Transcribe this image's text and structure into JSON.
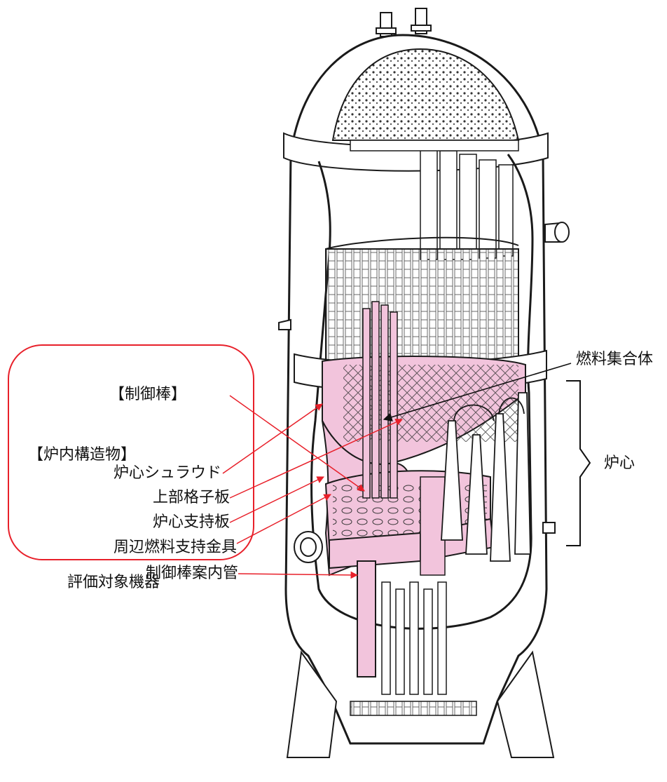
{
  "labels": {
    "control_rod": "【制御棒】",
    "internals": "【炉内構造物】",
    "core_shroud": "炉心シュラウド",
    "upper_grid": "上部格子板",
    "core_support_plate": "炉心支持板",
    "peripheral_fuel_support": "周辺燃料支持金具",
    "control_rod_guide_tube": "制御棒案内管",
    "evaluation_targets": "評価対象機器",
    "fuel_assembly": "燃料集合体",
    "core": "炉心"
  },
  "colors": {
    "highlight": "#f2c4dc",
    "callout_box": "#e8202a",
    "arrow_red": "#e8202a",
    "ink": "#1a1a1a"
  }
}
